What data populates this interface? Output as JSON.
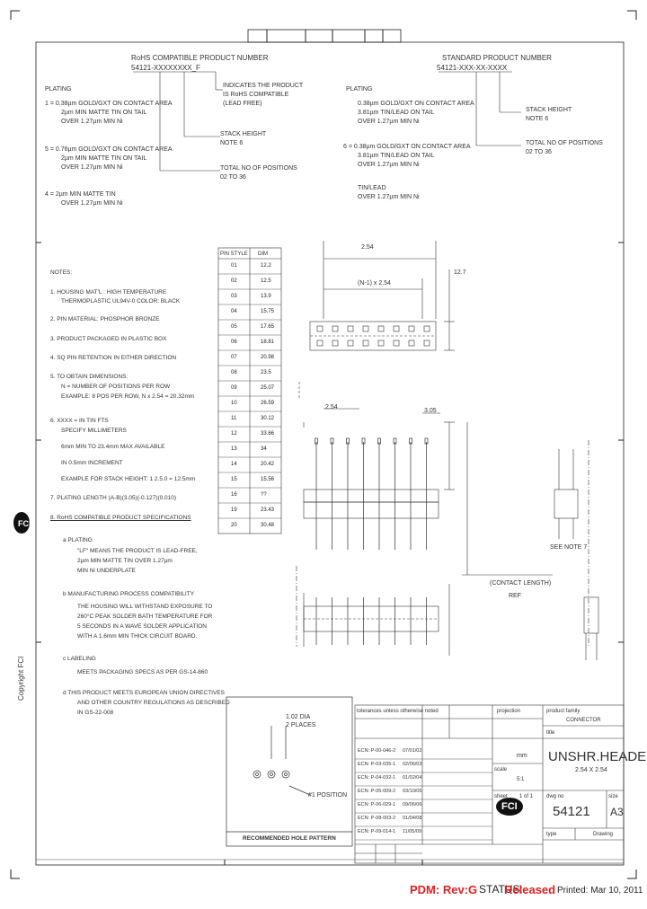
{
  "header": {
    "rohs_title": "RoHS COMPATIBLE PRODUCT NUMBER",
    "rohs_number": "54121-XXXXXXXX_F",
    "std_title": "STANDARD PRODUCT NUMBER",
    "std_number": "54121-XXX-XX-XXXX"
  },
  "plating": {
    "title": "PLATING",
    "items": [
      {
        "code": "1 = 0.38µm GOLD/GXT ON CONTACT AREA",
        "l2": "2µm MIN MATTE TIN ON TAIL",
        "l3": "OVER 1.27µm MIN Ni"
      },
      {
        "code": "5 = 0.76µm GOLD/GXT ON CONTACT AREA",
        "l2": "2µm MIN MATTE TIN ON TAIL",
        "l3": "OVER 1.27µm MIN Ni"
      },
      {
        "code": "4 = 2µm MIN MATTE TIN",
        "l2": "OVER 1.27µm MIN Ni",
        "l3": ""
      }
    ]
  },
  "rohs_callouts": {
    "indicates": "INDICATES THE PRODUCT",
    "indicates2": "IS RoHS COMPATIBLE",
    "indicates3": "(LEAD FREE)",
    "stack": "STACK HEIGHT",
    "stack_note": "NOTE 6",
    "total": "TOTAL NO OF POSITIONS",
    "total_range": "02 TO 36"
  },
  "std_plating": {
    "title": "PLATING",
    "a1": "0.38µm GOLD/GXT ON CONTACT AREA",
    "a2": "3.81µm TIN/LEAD ON TAIL",
    "a3": "OVER 1.27µm MIN Ni",
    "b0": "6 = 0.38µm GOLD/GXT ON CONTACT AREA",
    "b1": "3.81µm TIN/LEAD ON TAIL",
    "b2": "OVER 1.27µm MIN Ni",
    "c0": "TIN/LEAD",
    "c1": "OVER 1.27µm MIN Ni"
  },
  "std_callouts": {
    "stack": "STACK HEIGHT",
    "stack_note": "NOTE 6",
    "total": "TOTAL NO OF POSITIONS",
    "total_range": "02 TO 36"
  },
  "table": {
    "h1": "PIN STYLE",
    "h2": "DIM",
    "rows": [
      [
        "01",
        "12.2"
      ],
      [
        "02",
        "12.5"
      ],
      [
        "03",
        "13.9"
      ],
      [
        "04",
        "15.75"
      ],
      [
        "05",
        "17.65"
      ],
      [
        "06",
        "18.81"
      ],
      [
        "07",
        "20.98"
      ],
      [
        "08",
        "23.5"
      ],
      [
        "09",
        "25.07"
      ],
      [
        "10",
        "26.59"
      ],
      [
        "11",
        "30.12"
      ],
      [
        "12",
        "33.66"
      ],
      [
        "13",
        "34"
      ],
      [
        "14",
        "20.42"
      ],
      [
        "15",
        "15.56"
      ],
      [
        "16",
        "??"
      ],
      [
        "19",
        "23.43"
      ],
      [
        "20",
        "30.48"
      ]
    ]
  },
  "notes": {
    "title": "NOTES:",
    "n1a": "1. HOUSING MAT'L : HIGH TEMPERATURE",
    "n1b": "THERMOPLASTIC UL94V-0 COLOR: BLACK",
    "n2": "2. PIN MATERIAL: PHOSPHOR BRONZE",
    "n3": "3. PRODUCT PACKAGED IN PLASTIC BOX",
    "n4": "4. SQ PIN RETENTION IN EITHER DIRECTION",
    "n5a": "5. TO OBTAIN DIMENSIONS:",
    "n5b": "N = NUMBER OF POSITIONS PER ROW",
    "n5c": "EXAMPLE: 8 POS PER ROW, N x 2.54 = 20.32mm",
    "n6a": "6. XXXX = IN TIN FTS",
    "n6b": "SPECIFY MILLIMETERS",
    "n6c": "6mm MIN TO 23.4mm MAX AVAILABLE",
    "n6d": "IN 0.5mm INCREMENT",
    "n6e": "EXAMPLE FOR STACK HEIGHT: 1 2.5.0 = 12.5mm",
    "n7": "7. PLATING LENGTH    (A-B)(3.05)(-0.127)(0.010)",
    "n8": "8. RoHS COMPATIBLE PRODUCT SPECIFICATIONS",
    "a0": "a   PLATING",
    "a1": "\"LF\" MEANS THE PRODUCT IS LEAD-FREE,",
    "a2": "2µm MIN MATTE TIN OVER 1.27µm",
    "a3": "MIN Ni UNDERPLATE",
    "b0": "b   MANUFACTURING PROCESS COMPATIBILITY",
    "b1": "THE HOUSING WILL WITHSTAND EXPOSURE TO",
    "b2": "260°C PEAK SOLDER BATH TEMPERATURE FOR",
    "b3": "5 SECONDS IN A WAVE SOLDER APPLICATION",
    "b4": "WITH A 1.6mm MIN THICK CIRCUIT BOARD.",
    "c0": "c   LABELING",
    "c1": "MEETS PACKAGING SPECS AS PER GS-14-860",
    "d0": "d   THIS PRODUCT MEETS EUROPEAN UNION DIRECTIVES",
    "d1": "AND OTHER COUNTRY REGULATIONS AS DESCRIBED",
    "d2": "IN GS-22-008"
  },
  "drawing": {
    "dim_top": "(N-1) x 2.54",
    "dim_pitch": "2.54",
    "dim_width": "12.7",
    "dim_t1": "2.54",
    "dim_t2": "3.05",
    "sec_label": "SEE NOTE 7",
    "ref": "REF",
    "contact": "(CONTACT LENGTH)",
    "hole_callout1": "1.02 DIA",
    "hole_callout2": "2 PLACES",
    "hole_callout3": "#1 POSITION",
    "hole_title": "RECOMMENDED HOLE PATTERN"
  },
  "title_block": {
    "fci": "FCI",
    "product_family": "product family",
    "pf_value": "CONNECTOR",
    "title_label": "title",
    "title1": "UNSHR.HEADER",
    "title2": "2.54 X 2.54",
    "dwg_no_label": "dwg no",
    "dwg_no": "54121",
    "size_label": "size",
    "size": "A3",
    "scale_label": "scale",
    "scale": "5:1",
    "sheet_label": "sheet",
    "sheet": "1 of 1",
    "units": "mm",
    "tolerances": "tolerances unless otherwise noted",
    "projection": "projection",
    "drawing_label": "Drawing",
    "type_label": "type",
    "copyright": "Copyright FCI"
  },
  "revisions": [
    {
      "ecn": "ECN: P-00-046-2",
      "date": "07/01/02"
    },
    {
      "ecn": "ECN: P-03-035-1",
      "date": "02/06/03"
    },
    {
      "ecn": "ECN: P-04-032-1",
      "date": "01/02/04"
    },
    {
      "ecn": "ECN: P-05-009-2",
      "date": "03/10/05"
    },
    {
      "ecn": "ECN: P-06-029-1",
      "date": "09/06/06"
    },
    {
      "ecn": "ECN: P-08-003-2",
      "date": "01/04/08"
    },
    {
      "ecn": "ECN: P-09-014-1",
      "date": "11/05/09"
    }
  ],
  "footer": {
    "pdm": "PDM: Rev:G",
    "status": "STATUS:",
    "status_val": "Released",
    "printed": "Printed: Mar 10, 2011"
  }
}
